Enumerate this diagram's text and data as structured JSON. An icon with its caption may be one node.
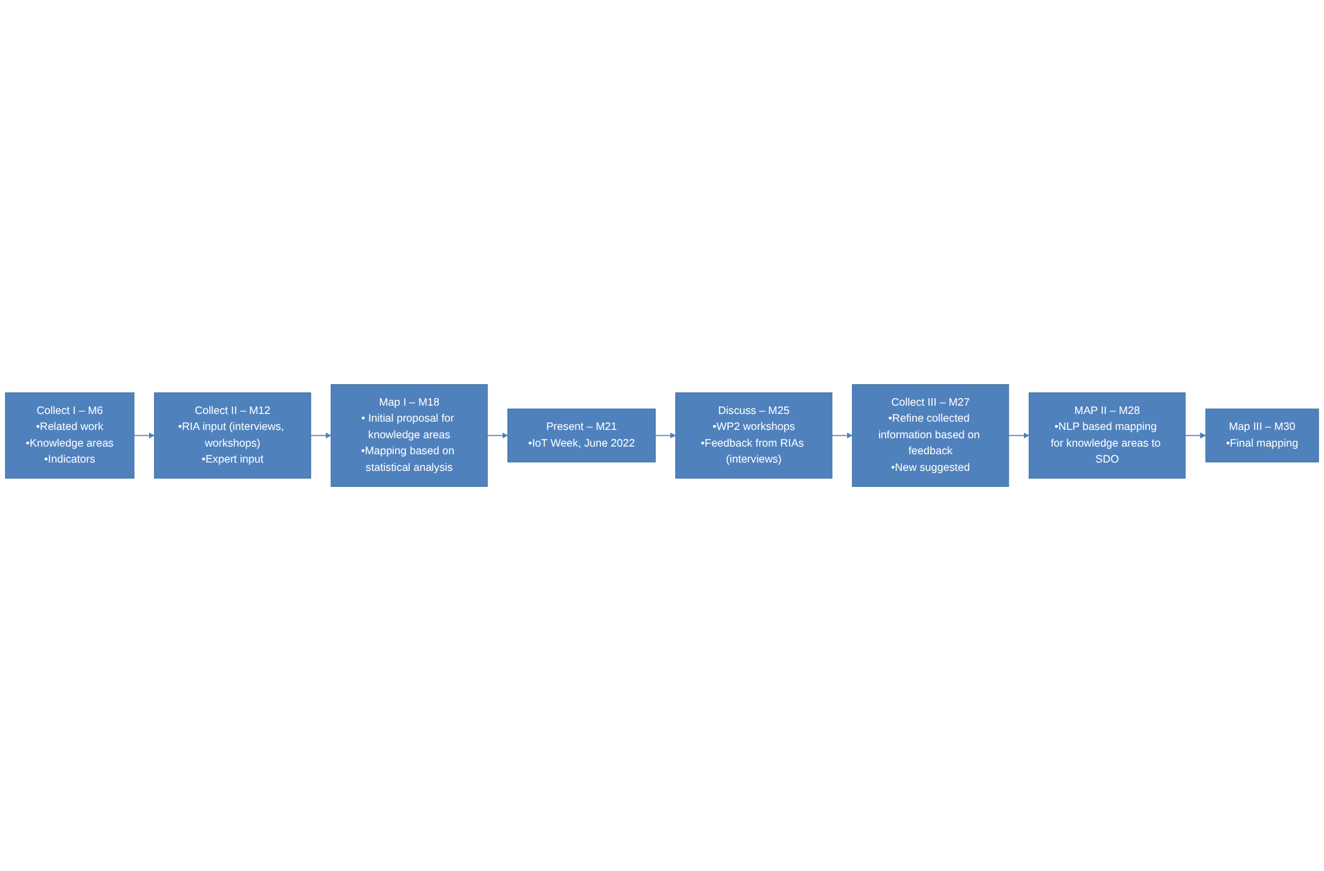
{
  "diagram": {
    "nodes": [
      {
        "text": [
          "Collect I – M6",
          "•Related work",
          "•Knowledge areas",
          "•Indicators"
        ]
      },
      {
        "text": [
          "Collect II – M12",
          "•RIA input (interviews, workshops)",
          "•Expert input"
        ]
      },
      {
        "text": [
          "Map I – M18",
          "• Initial proposal for knowledge areas",
          "•Mapping based on statistical analysis"
        ]
      },
      {
        "text": [
          "Present – M21",
          "•IoT Week, June 2022"
        ]
      },
      {
        "text": [
          "Discuss – M25",
          "•WP2 workshops",
          "•Feedback from RIAs (interviews)"
        ]
      },
      {
        "text": [
          "Collect III – M27",
          "•Refine collected information based on feedback",
          "•New suggested"
        ]
      },
      {
        "text": [
          "MAP II – M28",
          "•NLP based mapping for knowledge areas to SDO"
        ]
      },
      {
        "text": [
          "Map III – M30",
          "•Final mapping"
        ]
      }
    ],
    "edges": [
      {
        "from": 0,
        "to": 1,
        "arrow": "to"
      },
      {
        "from": 1,
        "to": 2,
        "arrow": "to"
      },
      {
        "from": 2,
        "to": 3,
        "arrow": "to"
      },
      {
        "from": 3,
        "to": 4,
        "arrow": "to"
      },
      {
        "from": 4,
        "to": 5,
        "arrow": "to"
      },
      {
        "from": 5,
        "to": 6,
        "arrow": "to"
      },
      {
        "from": 6,
        "to": 7,
        "arrow": "to"
      }
    ]
  }
}
